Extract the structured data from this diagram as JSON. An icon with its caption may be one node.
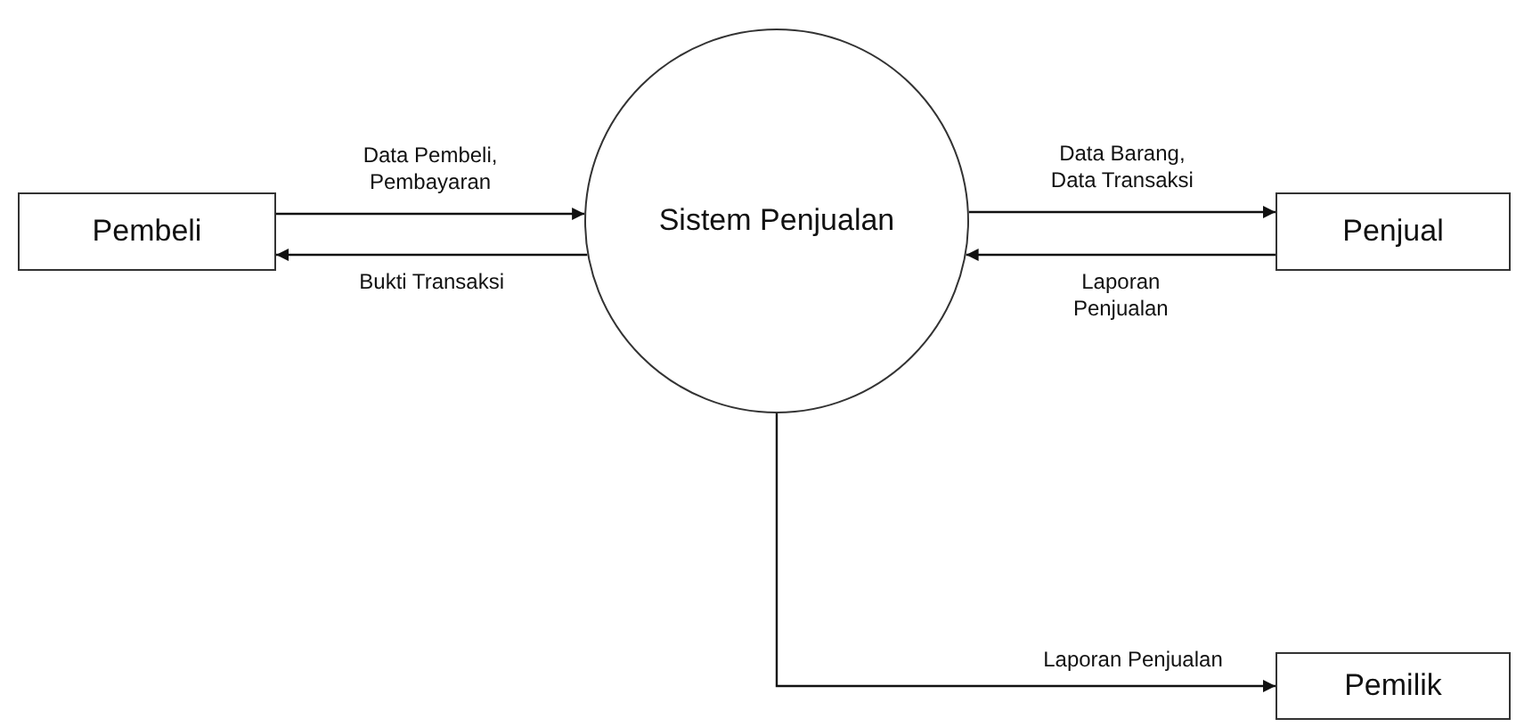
{
  "diagram": {
    "nodes": [
      {
        "text": [
          "Pembeli"
        ]
      },
      {
        "text": [
          "Sistem Penjualan"
        ]
      },
      {
        "text": [
          "Penjual"
        ]
      },
      {
        "text": [
          "Pemilik"
        ]
      }
    ],
    "edges": [
      {
        "from": 0,
        "to": 1,
        "arrow": "to",
        "label": "Data Pembeli, Pembayaran"
      },
      {
        "from": 1,
        "to": 0,
        "arrow": "to",
        "label": "Bukti Transaksi"
      },
      {
        "from": 1,
        "to": 2,
        "arrow": "to",
        "label": "Data Barang, Data Transaksi"
      },
      {
        "from": 2,
        "to": 1,
        "arrow": "to",
        "label": "Laporan Penjualan"
      },
      {
        "from": 1,
        "to": 3,
        "arrow": "to",
        "label": "Laporan Penjualan"
      }
    ]
  }
}
